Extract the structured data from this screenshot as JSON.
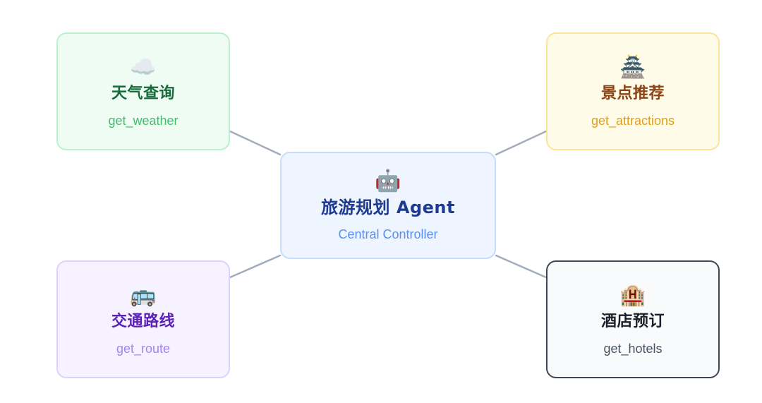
{
  "center": {
    "icon": "🤖",
    "icon_name": "robot-icon",
    "title": "旅游规划 Agent",
    "subtitle": "Central Controller"
  },
  "tools": [
    {
      "id": "weather",
      "icon": "☁️",
      "icon_name": "cloud-icon",
      "title": "天气查询",
      "subtitle": "get_weather",
      "color": "#176b3a",
      "accent": "#3fbf6d"
    },
    {
      "id": "attractions",
      "icon": "🏯",
      "icon_name": "castle-icon",
      "title": "景点推荐",
      "subtitle": "get_attractions",
      "color": "#8b4415",
      "accent": "#e0a019"
    },
    {
      "id": "route",
      "icon": "🚌",
      "icon_name": "bus-icon",
      "title": "交通路线",
      "subtitle": "get_route",
      "color": "#5b21b6",
      "accent": "#a185f3"
    },
    {
      "id": "hotels",
      "icon": "🏨",
      "icon_name": "hotel-icon",
      "title": "酒店预订",
      "subtitle": "get_hotels",
      "color": "#1b202b",
      "accent": "#4a5363"
    }
  ],
  "connector_color": "#a3acbd"
}
